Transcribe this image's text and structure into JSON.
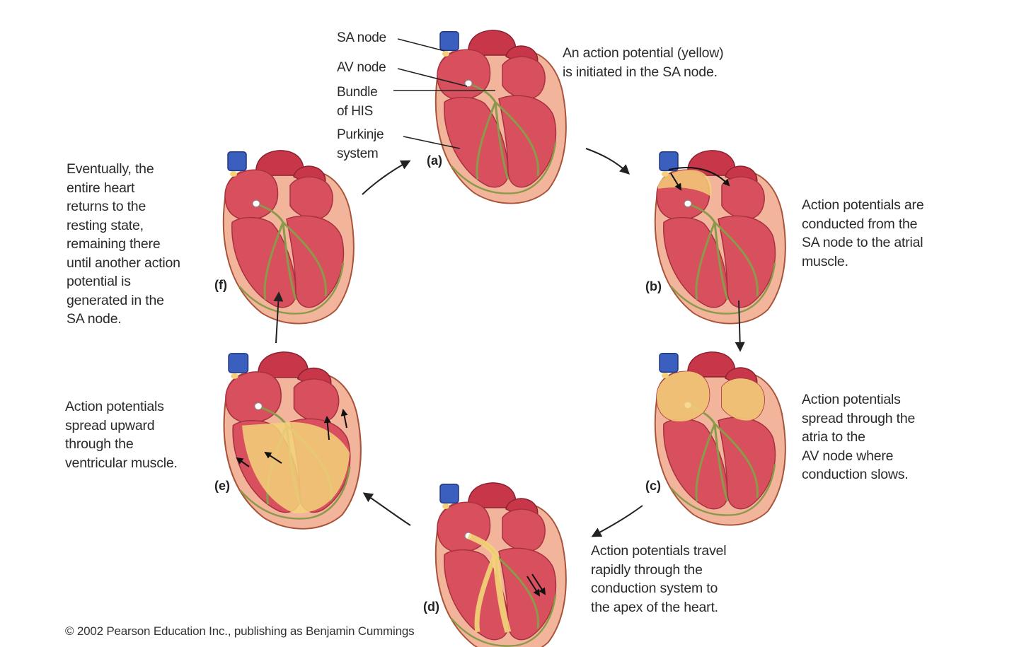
{
  "labels": {
    "sa_node": "SA node",
    "av_node": "AV node",
    "bundle": "Bundle\nof HIS",
    "purkinje": "Purkinje\nsystem"
  },
  "panels": {
    "a": {
      "letter": "(a)",
      "text": "An action potential (yellow)\nis initiated in the SA node."
    },
    "b": {
      "letter": "(b)",
      "text": "Action potentials are\nconducted from the\nSA node to the atrial\nmuscle."
    },
    "c": {
      "letter": "(c)",
      "text": "Action potentials\nspread through the\natria to the\nAV node where\nconduction slows."
    },
    "d": {
      "letter": "(d)",
      "text": "Action potentials travel\nrapidly through the\nconduction system to\nthe apex of the heart."
    },
    "e": {
      "letter": "(e)",
      "text": "Action potentials\nspread upward\nthrough the\nventricular muscle."
    },
    "f": {
      "letter": "(f)",
      "text": "Eventually, the\nentire heart\nreturns to the\nresting state,\nremaining there\nuntil another action\npotential is\ngenerated in the\nSA node."
    }
  },
  "copyright": "© 2002 Pearson Education Inc., publishing as Benjamin Cummings",
  "colors": {
    "myocardium": "#d8505e",
    "myocardium_dark": "#a83040",
    "pericardium": "#f2b49a",
    "vessel_blue": "#3a5fbf",
    "conduction_green": "#8a9a4a",
    "action_potential_yellow": "#f5d27a"
  },
  "stages": {
    "a": "sa_node_active",
    "b": "atria_partial",
    "c": "atria_full",
    "d": "conduction_system",
    "e": "ventricles",
    "f": "resting"
  },
  "icons": [
    "heart-icon",
    "cycle-arrow-icon",
    "leader-line"
  ]
}
